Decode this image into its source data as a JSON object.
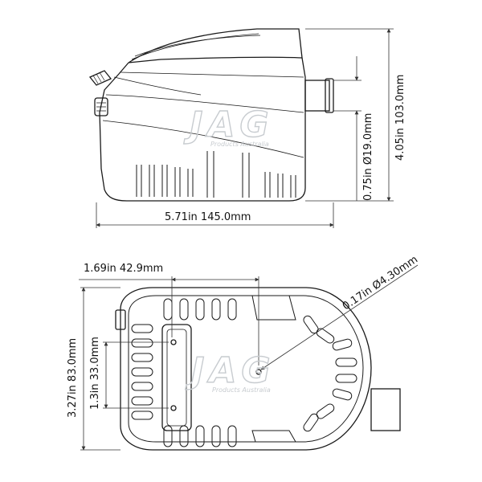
{
  "side_view": {
    "dim_height": "4.05in 103.0mm",
    "dim_outlet": "0.75in Ø19.0mm",
    "dim_length": "5.71in 145.0mm"
  },
  "top_view": {
    "dim_hole_offset": "1.69in 42.9mm",
    "dim_hole_diameter": "0.17in Ø4.30mm",
    "dim_width": "3.27in 83.0mm",
    "dim_hole_spacing": "1.3in 33.0mm"
  },
  "watermark": {
    "brand": "JAG",
    "tagline": "Products Australia"
  },
  "colors": {
    "line": "#1a1a1a",
    "dimension": "#333333",
    "watermark": "#c8ccd0"
  }
}
